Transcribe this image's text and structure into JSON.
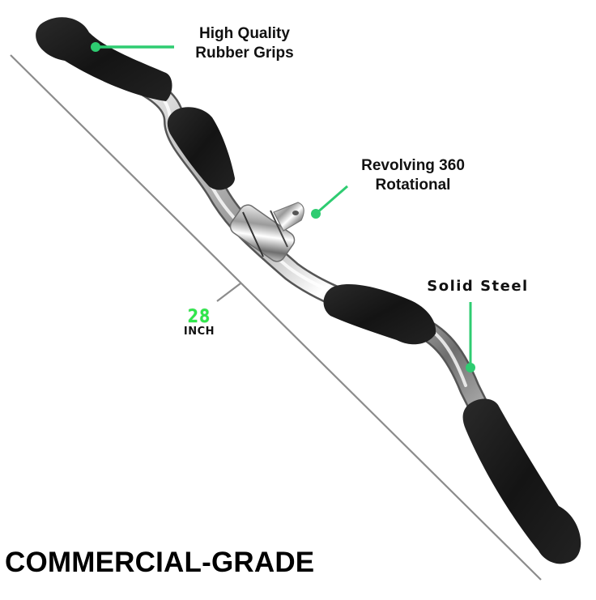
{
  "callouts": {
    "grips": {
      "line1": "High Quality",
      "line2": "Rubber Grips"
    },
    "rotational": {
      "line1": "Revolving 360",
      "line2": "Rotational"
    },
    "steel": {
      "text": "Solid Steel"
    }
  },
  "dimension": {
    "value": "28",
    "unit": "INCH"
  },
  "headline": "COMMERCIAL-GRADE",
  "colors": {
    "accent_green": "#2ecc71",
    "dimension_green": "#2ee84a",
    "rubber": "#1a1a1a",
    "chrome": "#c8c8c8",
    "dimension_line": "#8c8c8c"
  }
}
